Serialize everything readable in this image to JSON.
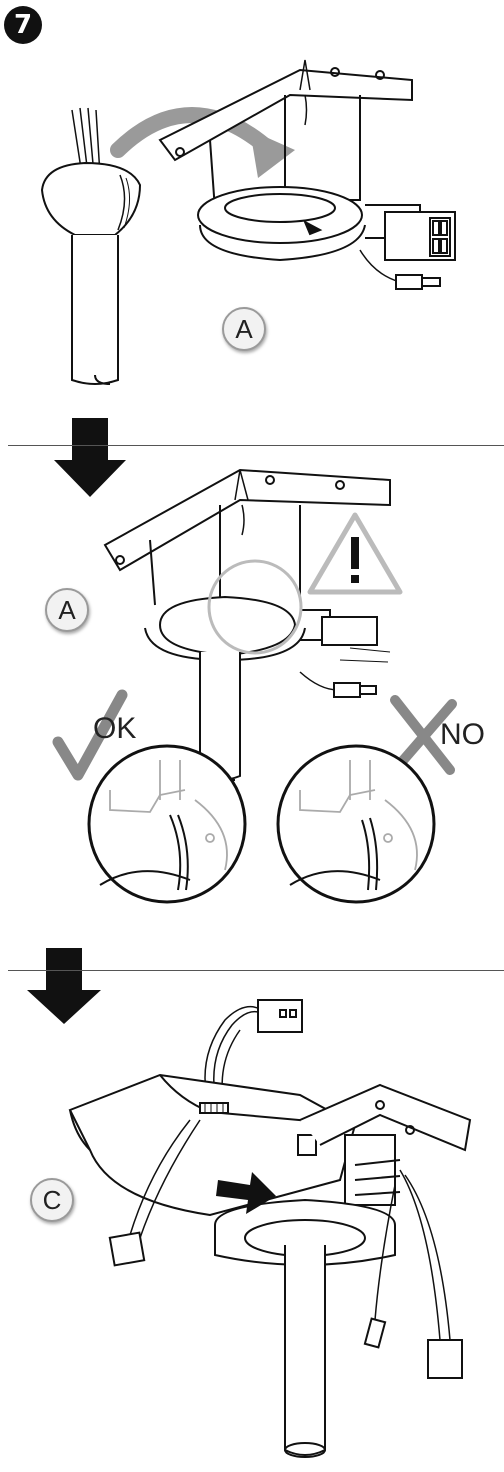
{
  "step": {
    "number": "7"
  },
  "callouts": {
    "first": "A",
    "second": "A",
    "third": "C"
  },
  "verdicts": {
    "ok": "OK",
    "no": "NO"
  }
}
